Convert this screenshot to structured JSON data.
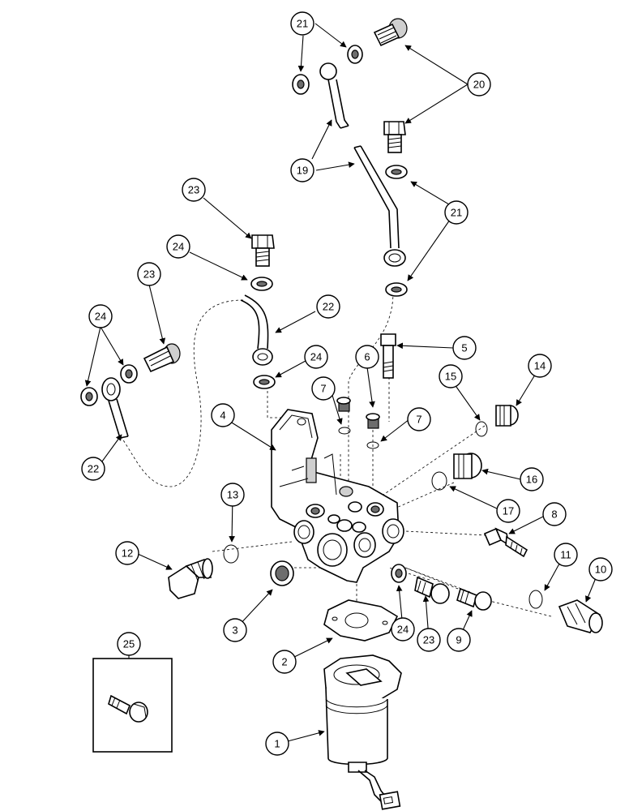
{
  "callouts": {
    "c1": "1",
    "c2": "2",
    "c3": "3",
    "c4": "4",
    "c5": "5",
    "c6": "6",
    "c7a": "7",
    "c7b": "7",
    "c8": "8",
    "c9": "9",
    "c10": "10",
    "c11": "11",
    "c12": "12",
    "c13": "13",
    "c14": "14",
    "c15": "15",
    "c16": "16",
    "c17": "17",
    "c19": "19",
    "c20": "20",
    "c21a": "21",
    "c21b": "21",
    "c22a": "22",
    "c22b": "22",
    "c23a": "23",
    "c23b": "23",
    "c23c": "23",
    "c24a": "24",
    "c24b": "24",
    "c24c": "24",
    "c24d": "24",
    "c25": "25"
  }
}
